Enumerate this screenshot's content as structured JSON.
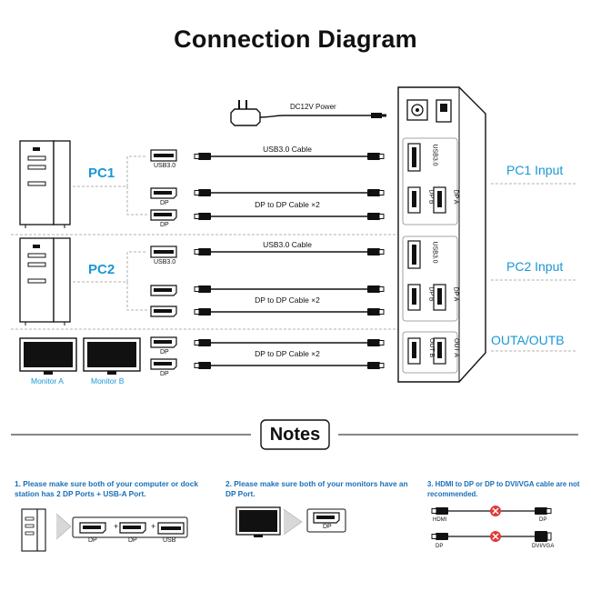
{
  "title": "Connection Diagram",
  "power": {
    "label": "DC12V Power"
  },
  "pc1": {
    "label": "PC1",
    "usb_port": "USB3.0",
    "dp_port_1": "DP",
    "dp_port_2": "DP",
    "usb_cable": "USB3.0 Cable",
    "dp_cable": "DP to DP Cable ×2",
    "input_label": "PC1 Input"
  },
  "pc2": {
    "label": "PC2",
    "usb_port": "USB3.0",
    "usb_cable": "USB3.0 Cable",
    "dp_cable": "DP to DP Cable ×2",
    "input_label": "PC2 Input"
  },
  "monitors": {
    "monitor_a": "Monitor A",
    "monitor_b": "Monitor B",
    "dp_port_1": "DP",
    "dp_port_2": "DP",
    "dp_cable": "DP to DP Cable ×2",
    "output_label": "OUTA/OUTB"
  },
  "device": {
    "pc1_usb": "USB3.0",
    "pc1_dpb": "DP B",
    "pc1_dpa": "DP A",
    "pc2_usb": "USB3.0",
    "pc2_dpb": "DP B",
    "pc2_dpa": "DP A",
    "out_b": "OUT B",
    "out_a": "OUT A"
  },
  "notes": {
    "heading": "Notes",
    "note1": "1. Please make sure both of your computer or dock station has 2 DP Ports + USB-A Port.",
    "note1_ports": [
      "DP",
      "DP",
      "USB"
    ],
    "note2": "2. Please make sure both of your monitors have an DP Port.",
    "note2_port": "DP",
    "note3": "3. HDMI to DP or DP to DVI/VGA cable are not recommended.",
    "note3_row1_left": "HDMI",
    "note3_row1_right": "DP",
    "note3_row2_left": "DP",
    "note3_row2_right": "DVI/VGA"
  },
  "colors": {
    "accent": "#1a97d5",
    "note_text": "#1a6fb5",
    "reject": "#e03b3b"
  }
}
